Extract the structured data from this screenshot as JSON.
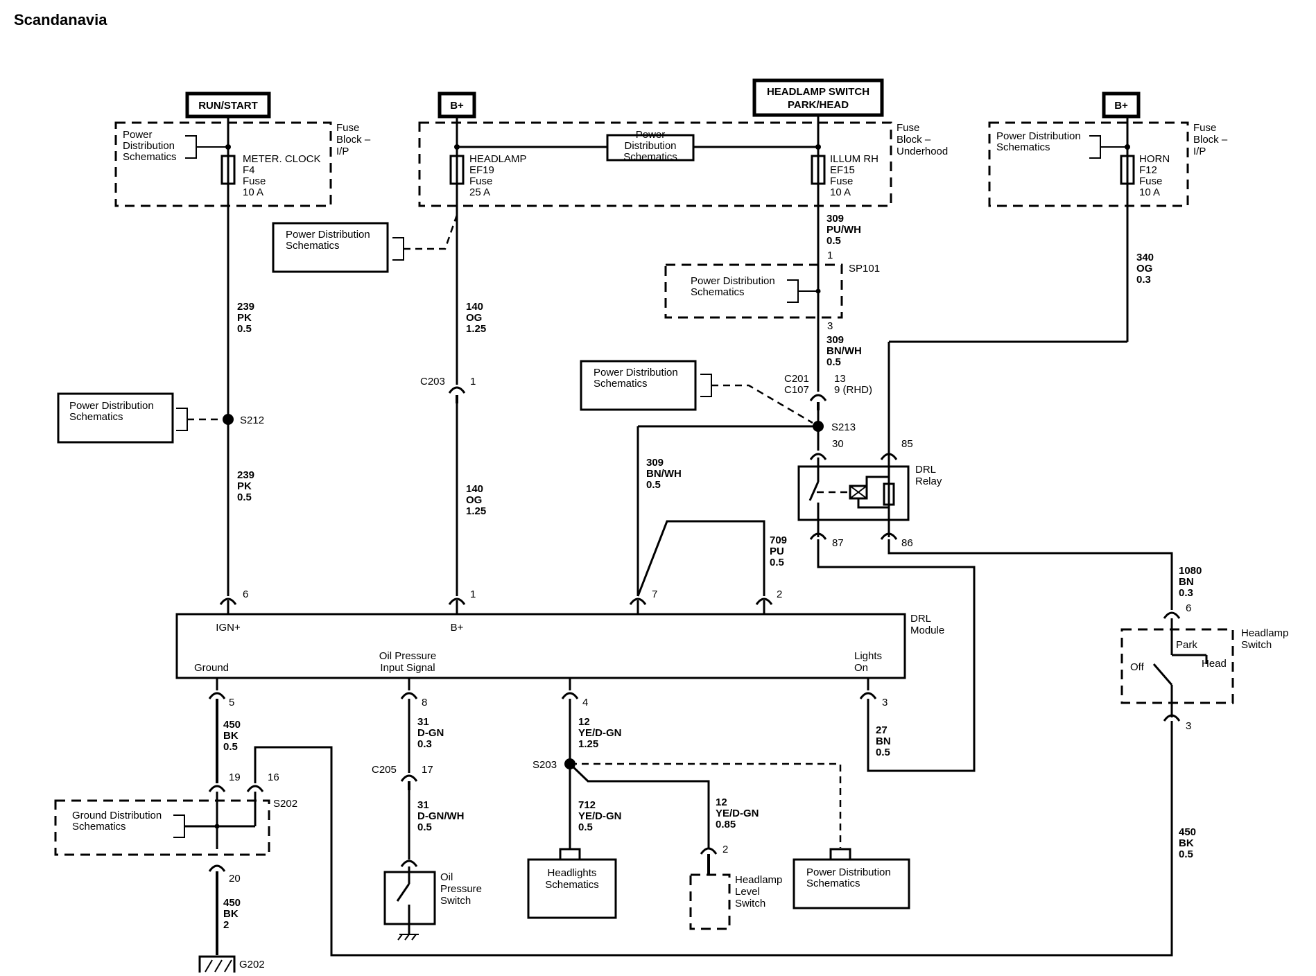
{
  "title": "Scandanavia",
  "colors": {
    "line": "#000000",
    "background": "#ffffff"
  },
  "sources": {
    "run_start": "RUN/START",
    "b_plus_1": "B+",
    "headlamp_switch_1": "HEADLAMP SWITCH",
    "headlamp_switch_2": "PARK/HEAD",
    "b_plus_2": "B+"
  },
  "fuse_blocks": {
    "ip_left": {
      "l1": "Fuse",
      "l2": "Block –",
      "l3": "I/P"
    },
    "underhood": {
      "l1": "Fuse",
      "l2": "Block –",
      "l3": "Underhood"
    },
    "ip_right": {
      "l1": "Fuse",
      "l2": "Block –",
      "l3": "I/P"
    }
  },
  "fuses": {
    "f4": {
      "l1": "METER. CLOCK",
      "l2": "F4",
      "l3": "Fuse",
      "l4": "10 A"
    },
    "ef19": {
      "l1": "HEADLAMP",
      "l2": "EF19",
      "l3": "Fuse",
      "l4": "25 A"
    },
    "ef15": {
      "l1": "ILLUM RH",
      "l2": "EF15",
      "l3": "Fuse",
      "l4": "10 A"
    },
    "f12": {
      "l1": "HORN",
      "l2": "F12",
      "l3": "Fuse",
      "l4": "10 A"
    }
  },
  "ref": {
    "pds_3a": "Power",
    "pds_3b": "Distribution",
    "pds_3c": "Schematics",
    "pds_2a": "Power Distribution",
    "pds_2b": "Schematics",
    "gds_a": "Ground Distribution",
    "gds_b": "Schematics",
    "hl_a": "Headlights",
    "hl_b": "Schematics"
  },
  "wires": {
    "w239a": {
      "c": "239",
      "col": "PK",
      "g": "0.5"
    },
    "w239b": {
      "c": "239",
      "col": "PK",
      "g": "0.5"
    },
    "w140a": {
      "c": "140",
      "col": "OG",
      "g": "1.25"
    },
    "w140b": {
      "c": "140",
      "col": "OG",
      "g": "1.25"
    },
    "w309a": {
      "c": "309",
      "col": "PU/WH",
      "g": "0.5"
    },
    "w309b": {
      "c": "309",
      "col": "BN/WH",
      "g": "0.5"
    },
    "w309c": {
      "c": "309",
      "col": "BN/WH",
      "g": "0.5"
    },
    "w340": {
      "c": "340",
      "col": "OG",
      "g": "0.3"
    },
    "w709": {
      "c": "709",
      "col": "PU",
      "g": "0.5"
    },
    "w1080": {
      "c": "1080",
      "col": "BN",
      "g": "0.3"
    },
    "w450a": {
      "c": "450",
      "col": "BK",
      "g": "0.5"
    },
    "w450b": {
      "c": "450",
      "col": "BK",
      "g": "2"
    },
    "w450c": {
      "c": "450",
      "col": "BK",
      "g": "0.5"
    },
    "w31a": {
      "c": "31",
      "col": "D-GN",
      "g": "0.3"
    },
    "w31b": {
      "c": "31",
      "col": "D-GN/WH",
      "g": "0.5"
    },
    "w12a": {
      "c": "12",
      "col": "YE/D-GN",
      "g": "1.25"
    },
    "w12b": {
      "c": "12",
      "col": "YE/D-GN",
      "g": "0.85"
    },
    "w712": {
      "c": "712",
      "col": "YE/D-GN",
      "g": "0.5"
    },
    "w27": {
      "c": "27",
      "col": "BN",
      "g": "0.5"
    }
  },
  "splices": {
    "sp101": "SP101",
    "s212": "S212",
    "s213": "S213",
    "s203": "S203",
    "s202": "S202",
    "g202": "G202"
  },
  "connectors": {
    "c203": "C203",
    "c201": "C201",
    "c107": "C107",
    "c205": "C205",
    "rhd": "9 (RHD)"
  },
  "pins": {
    "p1": "1",
    "p3": "3",
    "p6": "6",
    "p7": "7",
    "p2": "2",
    "p5": "5",
    "p8": "8",
    "p4": "4",
    "p13": "13",
    "p30": "30",
    "p85": "85",
    "p87": "87",
    "p86": "86",
    "p19": "19",
    "p16": "16",
    "p20": "20",
    "p17": "17"
  },
  "relay": {
    "l1": "DRL",
    "l2": "Relay"
  },
  "module": {
    "l1": "DRL",
    "l2": "Module",
    "ign": "IGN+",
    "bplus": "B+",
    "ground": "Ground",
    "oil1": "Oil Pressure",
    "oil2": "Input Signal",
    "lights1": "Lights",
    "lights2": "On"
  },
  "hl_switch": {
    "l1": "Headlamp",
    "l2": "Switch",
    "park": "Park",
    "head": "Head",
    "off": "Off"
  },
  "oil_switch": {
    "l1": "Oil",
    "l2": "Pressure",
    "l3": "Switch"
  },
  "level_switch": {
    "l1": "Headlamp",
    "l2": "Level",
    "l3": "Switch"
  }
}
